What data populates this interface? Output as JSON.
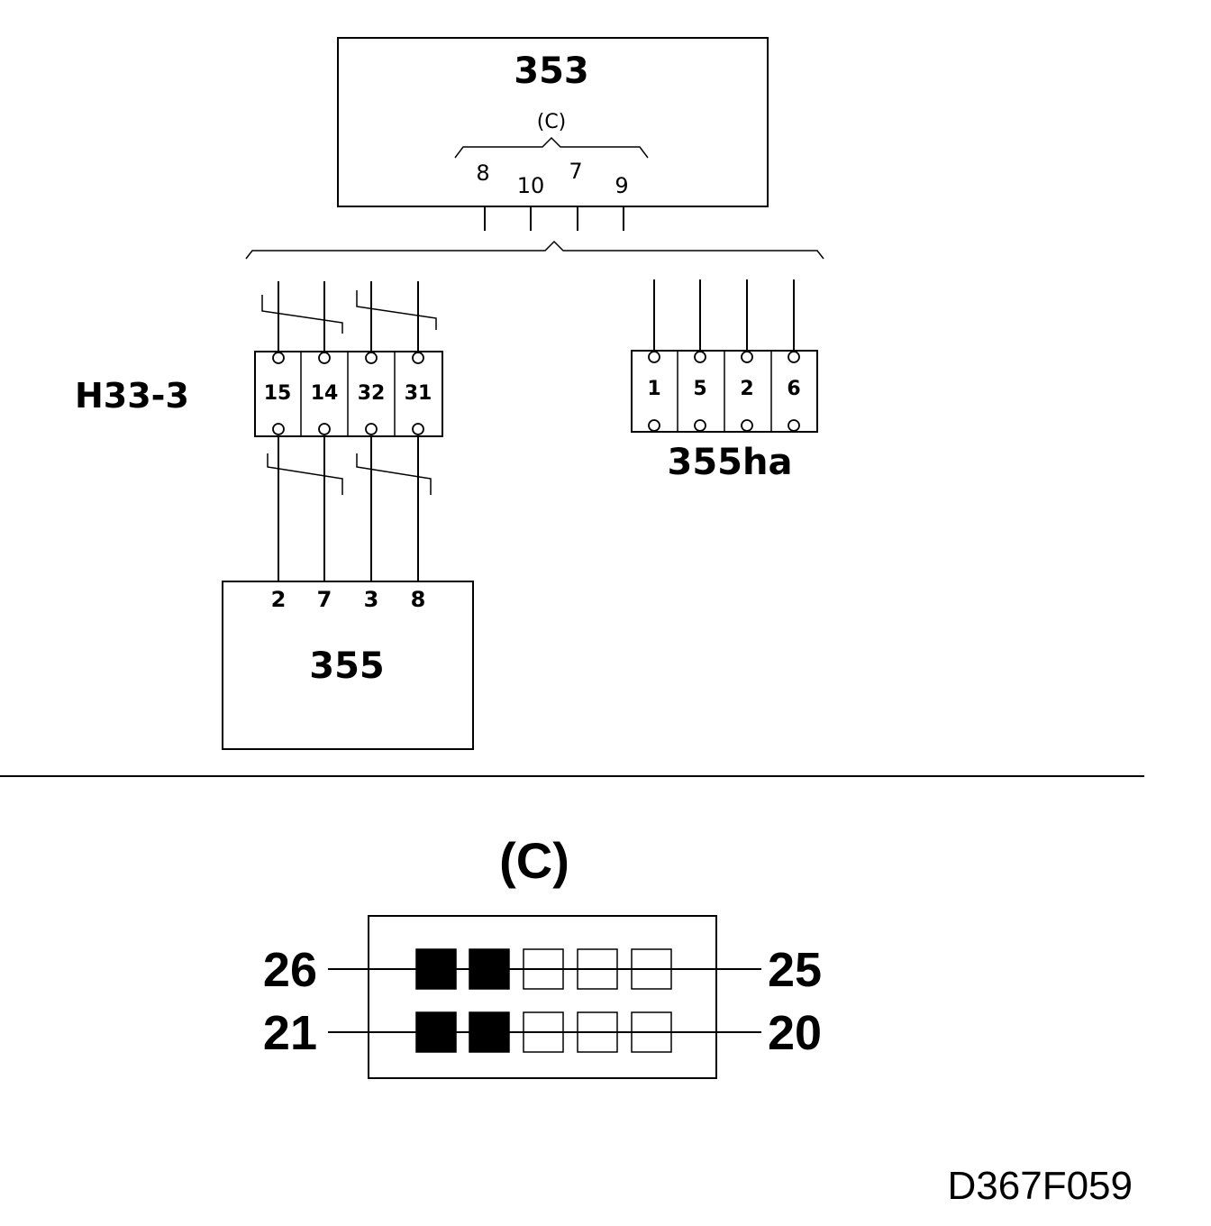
{
  "unit_353": {
    "label": "353",
    "connector": "(C)",
    "pins": [
      "8",
      "10",
      "7",
      "9"
    ]
  },
  "h33_3": {
    "label": "H33-3",
    "pins": [
      "15",
      "14",
      "32",
      "31"
    ]
  },
  "unit_355ha": {
    "label": "355ha",
    "pins": [
      "1",
      "5",
      "2",
      "6"
    ]
  },
  "unit_355": {
    "label": "355",
    "pins": [
      "2",
      "7",
      "3",
      "8"
    ]
  },
  "connector_c": {
    "title": "(C)",
    "top_left": "26",
    "top_right": "25",
    "bottom_left": "21",
    "bottom_right": "20"
  },
  "figure_code": "D367F059"
}
